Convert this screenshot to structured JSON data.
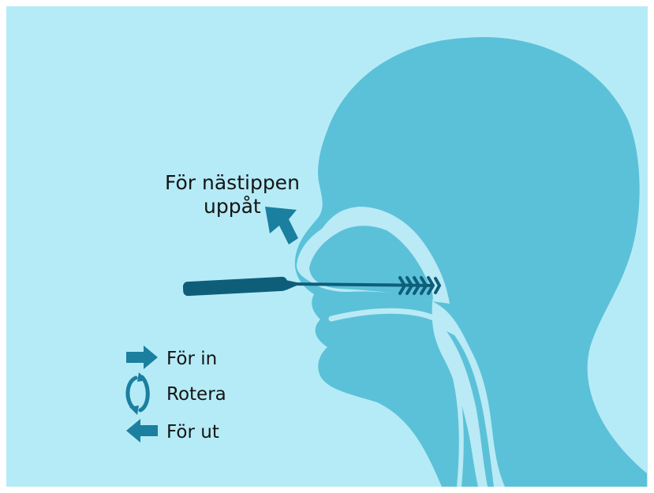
{
  "annotation": {
    "tilt_line1": "För nästippen",
    "tilt_line2": "uppåt"
  },
  "legend": {
    "insert_label": "För in",
    "rotate_label": "Rotera",
    "remove_label": "För ut"
  },
  "colors": {
    "background": "#b5ebf7",
    "head": "#5bc1d8",
    "airway": "#b9eaf5",
    "swab": "#0e5e7a",
    "arrow": "#1b7f9f",
    "text": "#141414"
  }
}
